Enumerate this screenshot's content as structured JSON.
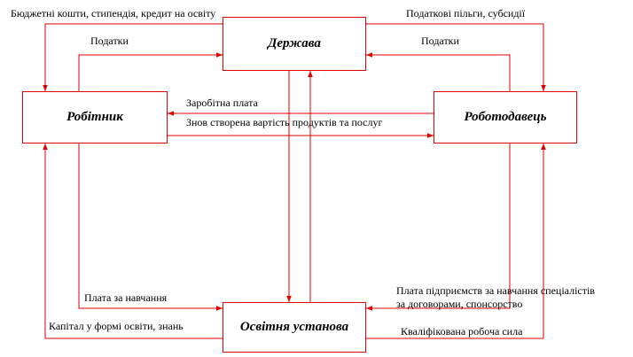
{
  "nodes": {
    "state": "Держава",
    "worker": "Робітник",
    "employer": "Роботодавець",
    "school": "Освітня установа"
  },
  "edges": {
    "budget_funds": "Бюджетні кошти, стипендія, кредит на освіту",
    "taxes_worker": "Податки",
    "tax_benefits": "Податкові пільги, субсидії",
    "taxes_employer": "Податки",
    "wages": "Заробітна плата",
    "new_value": "Знов створена вартість продуктів та послуг",
    "tuition_fee": "Плата за навчання",
    "human_capital": "Капітал у формі освіти, знань",
    "employer_payment_line1": "Плата підприємств за навчання спеціалістів",
    "employer_payment_line2": "за договорами, спонсорство",
    "skilled_labor": "Кваліфікована робоча сила"
  },
  "colors": {
    "line": "#e00000",
    "text": "#000000"
  }
}
